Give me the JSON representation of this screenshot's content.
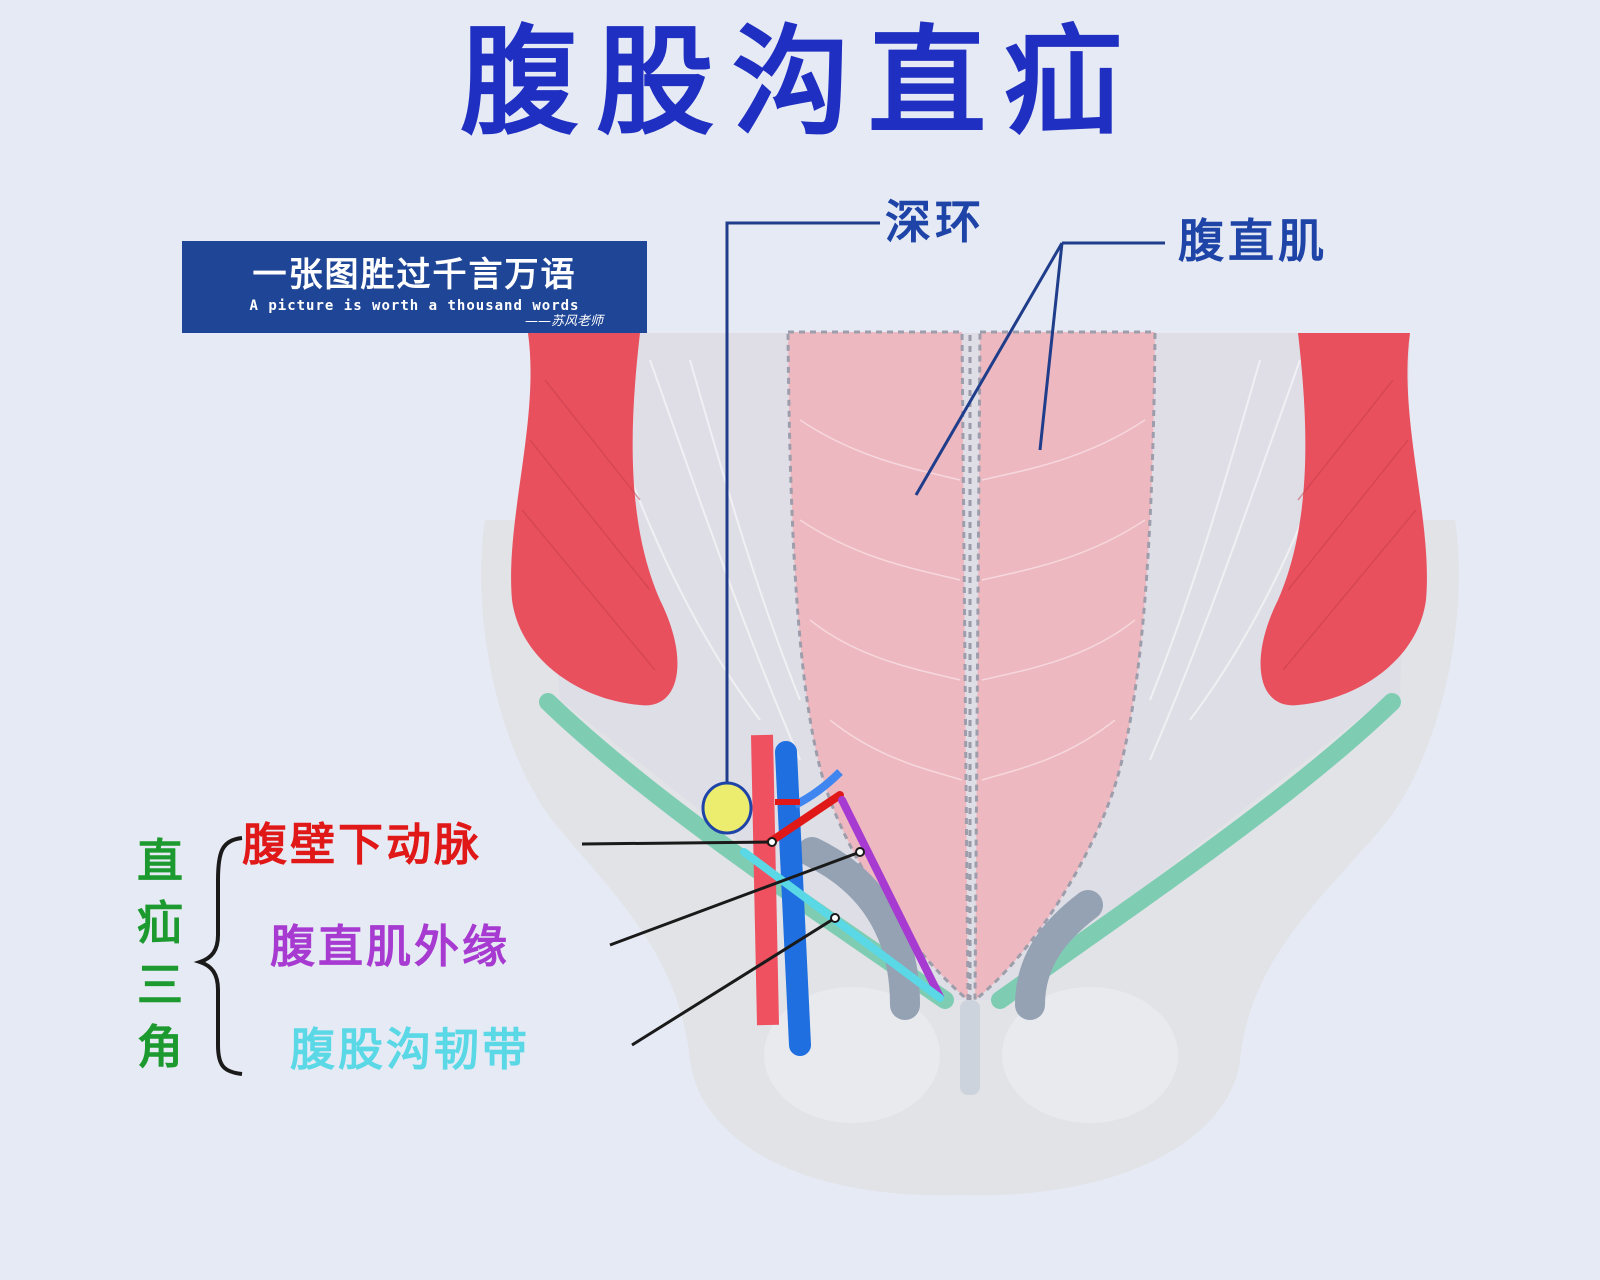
{
  "title": "腹股沟直疝",
  "banner": {
    "cn": "一张图胜过千言万语",
    "en": "A picture is worth a thousand words",
    "author": "——苏风老师"
  },
  "labels": {
    "deep_ring": "深环",
    "rectus": "腹直肌",
    "artery": "腹壁下动脉",
    "rectus_edge": "腹直肌外缘",
    "ligament": "腹股沟韧带",
    "triangle": "直疝三角"
  },
  "colors": {
    "title": "#1f2fc2",
    "banner": "#1f4596",
    "artery": "#e01818",
    "rectus_edge": "#a73ad0",
    "ligament": "#5ad8e6",
    "triangle": "#1d9a2f",
    "muscle_red": "#e9505e",
    "rectus_pink": "#efb7bf",
    "vein": "#1f6fe0",
    "deep_ring": "#ecec6e",
    "ligament_green": "#7ecdb3"
  }
}
